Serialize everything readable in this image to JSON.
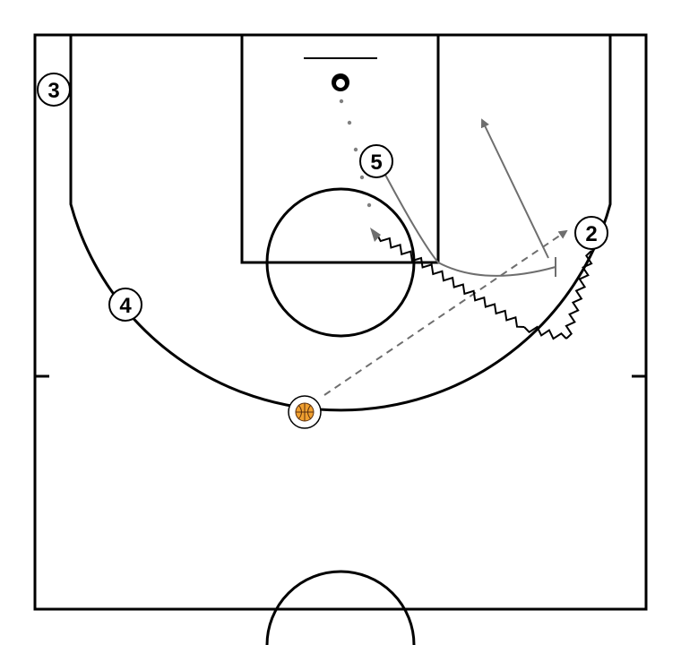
{
  "diagram": {
    "colors": {
      "lines": "#000000",
      "movement": "#6e6e6e",
      "ball": "#f0a030",
      "ball_seams": "#5a3010",
      "background": "#ffffff"
    },
    "players": [
      {
        "id": "p3",
        "label": "3"
      },
      {
        "id": "p4",
        "label": "4"
      },
      {
        "id": "p5",
        "label": "5"
      },
      {
        "id": "p2",
        "label": "2"
      }
    ],
    "ball_icon": "basketball-icon",
    "action_types": [
      "pass",
      "dribble",
      "cut",
      "screen"
    ]
  }
}
